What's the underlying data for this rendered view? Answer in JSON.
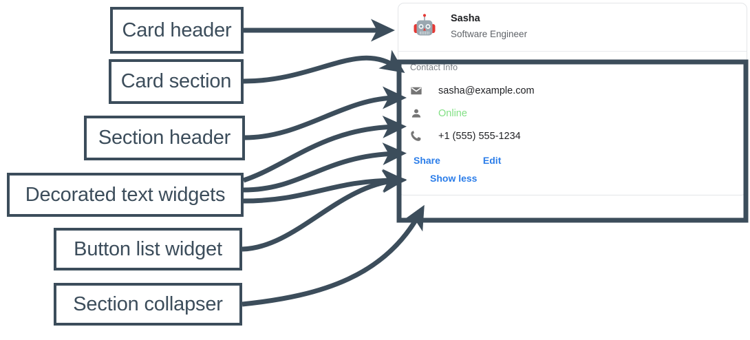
{
  "annotations": {
    "labels": [
      {
        "id": "card-header",
        "text": "Card header"
      },
      {
        "id": "card-section",
        "text": "Card section"
      },
      {
        "id": "section-header",
        "text": "Section header"
      },
      {
        "id": "decorated-text",
        "text": "Decorated text widgets"
      },
      {
        "id": "button-list",
        "text": "Button list widget"
      },
      {
        "id": "section-collapser",
        "text": "Section collapser"
      }
    ],
    "stroke_color": "#3c4d5b",
    "box_fill": "#ffffff"
  },
  "card": {
    "header": {
      "avatar_icon": "robot-avatar-icon",
      "title": "Sasha",
      "subtitle": "Software Engineer"
    },
    "section": {
      "header": "Contact Info",
      "text_widgets": [
        {
          "icon": "email-icon",
          "text": "sasha@example.com",
          "color": "#202124"
        },
        {
          "icon": "person-icon",
          "text": "Online",
          "color": "#82e084"
        },
        {
          "icon": "phone-icon",
          "text": "+1 (555) 555-1234",
          "color": "#202124"
        }
      ],
      "buttons": [
        {
          "label": "Share"
        },
        {
          "label": "Edit"
        }
      ],
      "collapser": {
        "label": "Show less"
      }
    }
  },
  "colors": {
    "annotation": "#3c4d5b",
    "link_blue": "#2b7de9",
    "status_green": "#82e084",
    "muted_gray": "#5f6368",
    "icon_gray": "#757575",
    "card_border": "#e3e5e8"
  }
}
